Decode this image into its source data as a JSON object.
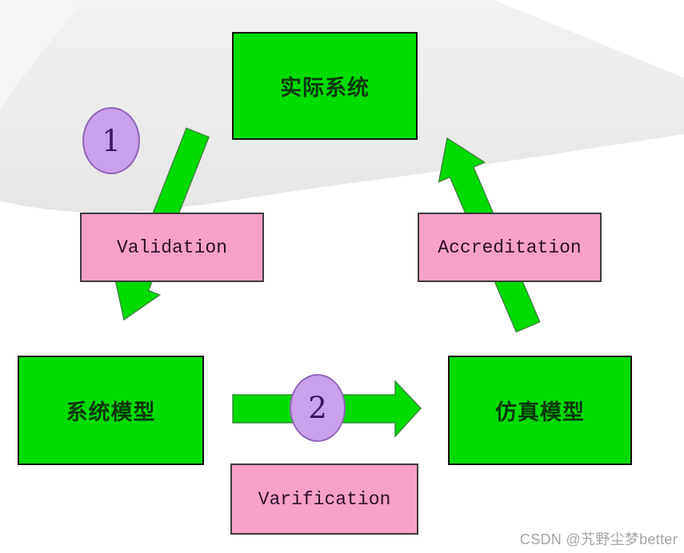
{
  "diagram": {
    "nodes": [
      {
        "id": "actual-system",
        "label": "实际系统",
        "shape": "rect",
        "fill": "#00DC00"
      },
      {
        "id": "validation",
        "label": "Validation",
        "shape": "rect",
        "fill": "#F7A0C8"
      },
      {
        "id": "accreditation",
        "label": "Accreditation",
        "shape": "rect",
        "fill": "#F7A0C8"
      },
      {
        "id": "system-model",
        "label": "系统模型",
        "shape": "rect",
        "fill": "#00DC00"
      },
      {
        "id": "simulation-model",
        "label": "仿真模型",
        "shape": "rect",
        "fill": "#00DC00"
      },
      {
        "id": "varification",
        "label": "Varification",
        "shape": "rect",
        "fill": "#F7A0C8"
      }
    ],
    "badges": [
      {
        "id": "step-1",
        "label": "1"
      },
      {
        "id": "step-2",
        "label": "2"
      }
    ],
    "arrows": [
      {
        "id": "arrow-1",
        "from": "actual-system",
        "to": "system-model",
        "through": "validation",
        "direction": "down-left"
      },
      {
        "id": "arrow-2",
        "from": "system-model",
        "to": "simulation-model",
        "through": "step-2",
        "direction": "right"
      },
      {
        "id": "arrow-3",
        "from": "simulation-model",
        "to": "actual-system",
        "through": "accreditation",
        "direction": "up-left"
      }
    ],
    "colors": {
      "node_green": "#00DC00",
      "node_pink": "#F7A0C8",
      "badge_purple": "#C9A0E9",
      "arrow_green": "#00DB00",
      "background_gray": "#ECECEC"
    }
  },
  "watermark": {
    "text": "CSDN @艽野尘梦better"
  }
}
